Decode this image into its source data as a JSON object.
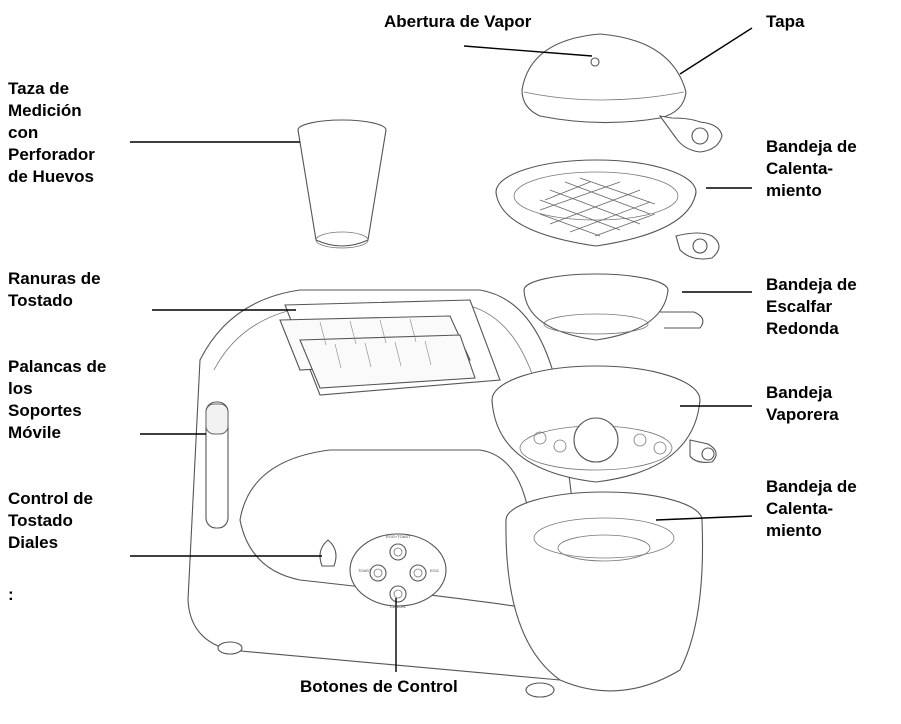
{
  "labels": {
    "steam_vent": [
      "Abertura de Vapor"
    ],
    "lid": [
      "Tapa"
    ],
    "measuring_cup": [
      "Taza de",
      "Medición",
      "con",
      "Perforador",
      "de Huevos"
    ],
    "warming_tray_top": [
      "Bandeja de",
      "Calenta-",
      "miento"
    ],
    "toast_slots": [
      "Ranuras de",
      "Tostado"
    ],
    "poach_tray": [
      "Bandeja de",
      "Escalfar",
      "Redonda"
    ],
    "carriage_levers": [
      "Palancas de",
      "los",
      "Soportes",
      "Móvile"
    ],
    "steamer_tray": [
      "Bandeja",
      "Vaporera"
    ],
    "browning_control": [
      "Control de",
      "Tostado",
      "Diales"
    ],
    "colon": [
      ":"
    ],
    "warming_tray_bottom": [
      "Bandeja de",
      "Calenta-",
      "miento"
    ],
    "control_buttons": [
      "Botones de Control"
    ]
  },
  "panel": {
    "btn_top": "EGG+TOAST",
    "btn_left": "TOAST",
    "btn_right": "EGG",
    "btn_bottom": "CANCEL"
  }
}
